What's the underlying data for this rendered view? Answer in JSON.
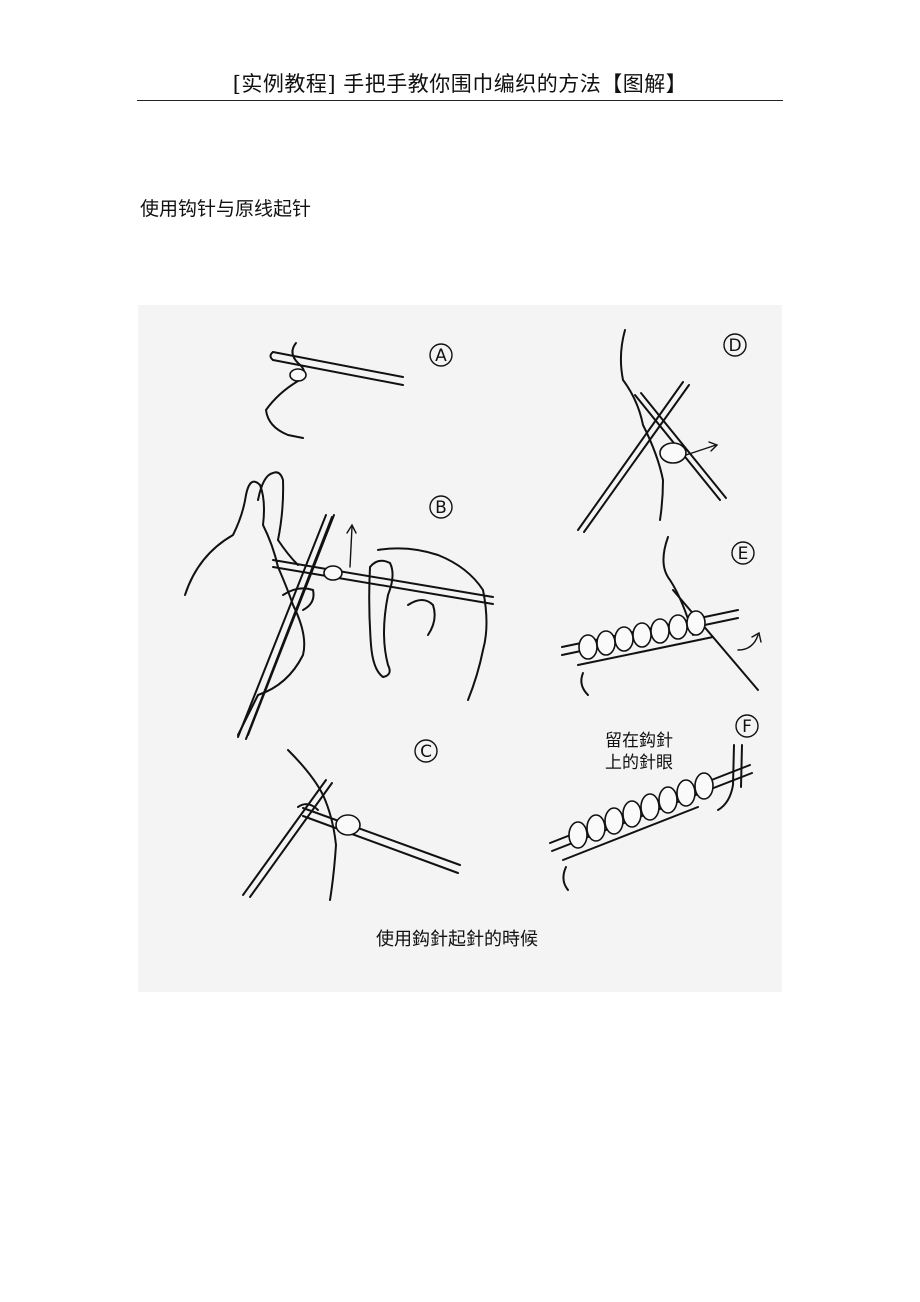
{
  "header": {
    "title": "[实例教程] 手把手教你围巾编织的方法【图解】"
  },
  "section": {
    "heading": "使用钩针与原线起针"
  },
  "figure": {
    "steps": [
      {
        "label": "A"
      },
      {
        "label": "B"
      },
      {
        "label": "C"
      },
      {
        "label": "D"
      },
      {
        "label": "E"
      },
      {
        "label": "F"
      }
    ],
    "annotation_line1": "留在鈎針",
    "annotation_line2": "上的針眼",
    "caption": "使用鈎針起針的時候"
  }
}
